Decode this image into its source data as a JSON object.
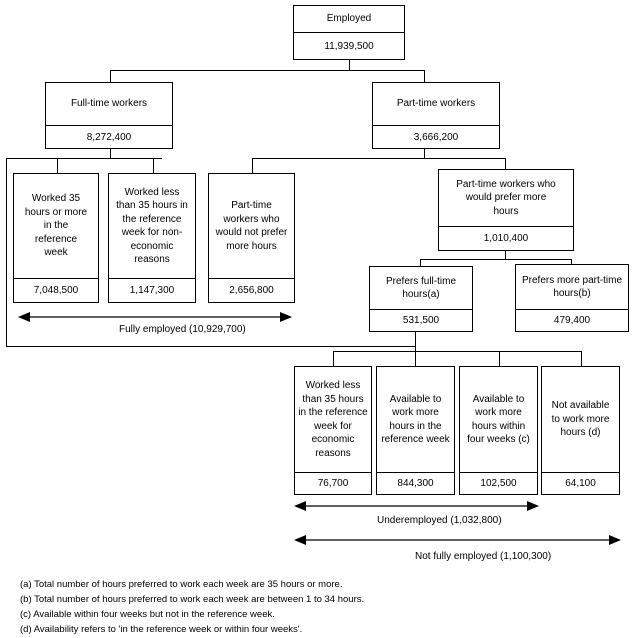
{
  "nodes": {
    "employed": {
      "label": "Employed",
      "value": "11,939,500"
    },
    "full_time": {
      "label": "Full-time workers",
      "value": "8,272,400"
    },
    "part_time": {
      "label": "Part-time workers",
      "value": "3,666,200"
    },
    "worked_35_plus": {
      "label": "Worked 35 hours or more in the reference week",
      "value": "7,048,500"
    },
    "worked_less_non_economic": {
      "label": "Worked less than 35 hours in the reference week for non-economic reasons",
      "value": "1,147,300"
    },
    "pt_not_prefer": {
      "label": "Part-time workers who would not prefer more hours",
      "value": "2,656,800"
    },
    "pt_prefer_more": {
      "label": "Part-time workers who would prefer more hours",
      "value": "1,010,400"
    },
    "prefers_full_time": {
      "label": "Prefers full-time hours(a)",
      "value": "531,500"
    },
    "prefers_more_part_time": {
      "label": "Prefers more part-time hours(b)",
      "value": "479,400"
    },
    "worked_less_economic": {
      "label": "Worked less than 35 hours in the reference week for economic reasons",
      "value": "76,700"
    },
    "available_ref_week": {
      "label": "Available to work more hours in the reference week",
      "value": "844,300"
    },
    "available_four_weeks": {
      "label": "Available to work more hours within four weeks (c)",
      "value": "102,500"
    },
    "not_available": {
      "label": "Not available to work more hours (d)",
      "value": "64,100"
    }
  },
  "spans": {
    "fully_employed": "Fully employed (10,929,700)",
    "underemployed": "Underemployed (1,032,800)",
    "not_fully_employed": "Not fully employed (1,100,300)"
  },
  "notes": [
    "(a) Total number of hours preferred to work each week are 35 hours or more.",
    "(b) Total number of hours preferred to work each week are between 1 to 34 hours.",
    "(c) Available within four weeks but not in the reference week.",
    "(d) Availability refers to 'in the reference week or within four weeks'."
  ]
}
